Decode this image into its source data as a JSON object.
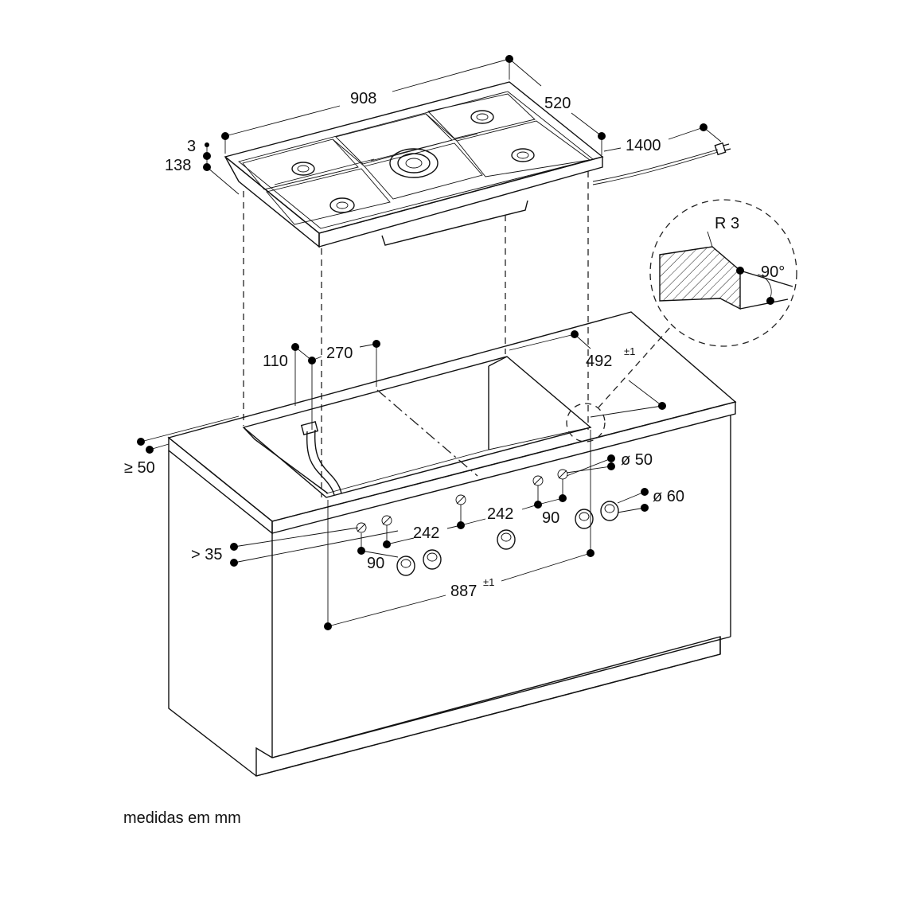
{
  "diagram": {
    "dimensions": {
      "width": "908",
      "depth": "520",
      "cable": "1400",
      "edge_height": "3",
      "total_height": "138",
      "corner_radius": "R 3",
      "corner_angle": "90°",
      "cutout_depth": "492",
      "cutout_depth_tol": "±1",
      "conn_offset": "110",
      "conn_span": "270",
      "front_min": "≥ 50",
      "bottom_min": "> 35",
      "hole_small": "ø 50",
      "hole_large": "ø 60",
      "spacing_left": "90",
      "spacing_right": "90",
      "knob_pitch_left": "242",
      "knob_pitch_right": "242",
      "cutout_width": "887",
      "cutout_width_tol": "±1"
    },
    "footer_note": "medidas em mm"
  }
}
